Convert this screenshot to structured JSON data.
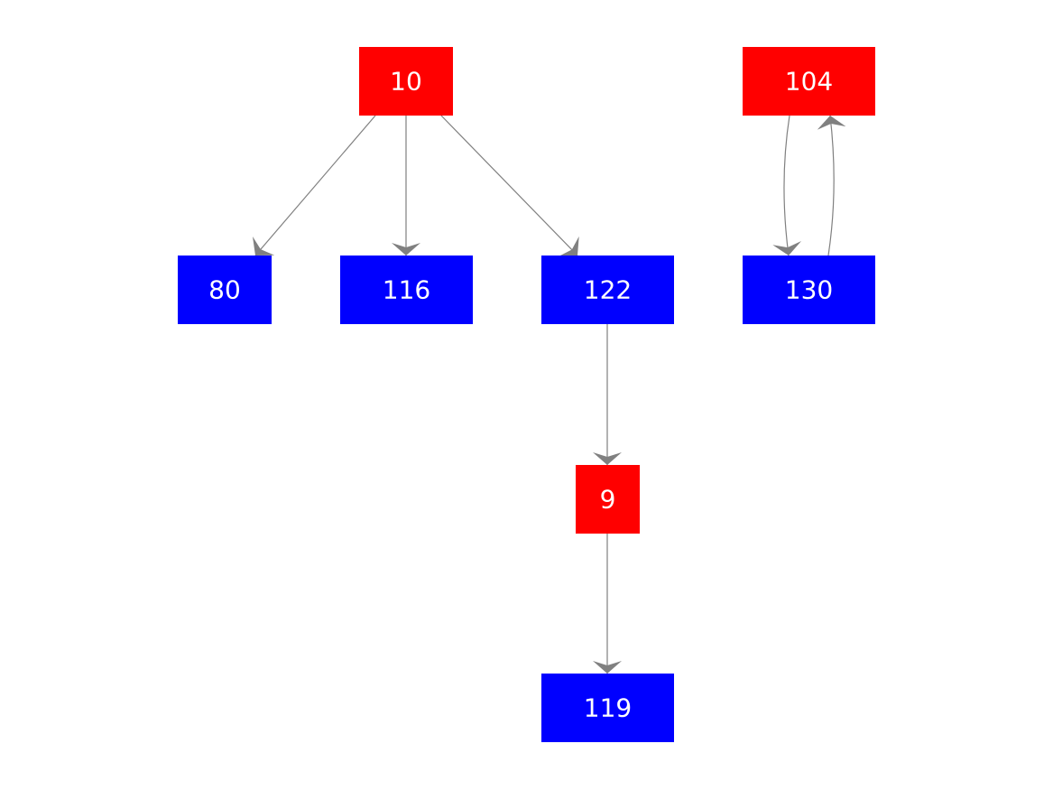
{
  "colors": {
    "red_node": "#ff0000",
    "blue_node": "#0000ff",
    "edge": "#808080",
    "label": "#ffffff",
    "background": "#ffffff"
  },
  "nodes": [
    {
      "id": "n10",
      "label": "10",
      "color": "red"
    },
    {
      "id": "n104",
      "label": "104",
      "color": "red"
    },
    {
      "id": "n80",
      "label": "80",
      "color": "blue"
    },
    {
      "id": "n116",
      "label": "116",
      "color": "blue"
    },
    {
      "id": "n122",
      "label": "122",
      "color": "blue"
    },
    {
      "id": "n130",
      "label": "130",
      "color": "blue"
    },
    {
      "id": "n9",
      "label": "9",
      "color": "red"
    },
    {
      "id": "n119",
      "label": "119",
      "color": "blue"
    }
  ],
  "edges": [
    {
      "from": "10",
      "to": "80"
    },
    {
      "from": "10",
      "to": "116"
    },
    {
      "from": "10",
      "to": "122"
    },
    {
      "from": "104",
      "to": "130"
    },
    {
      "from": "130",
      "to": "104"
    },
    {
      "from": "122",
      "to": "9"
    },
    {
      "from": "9",
      "to": "119"
    }
  ]
}
